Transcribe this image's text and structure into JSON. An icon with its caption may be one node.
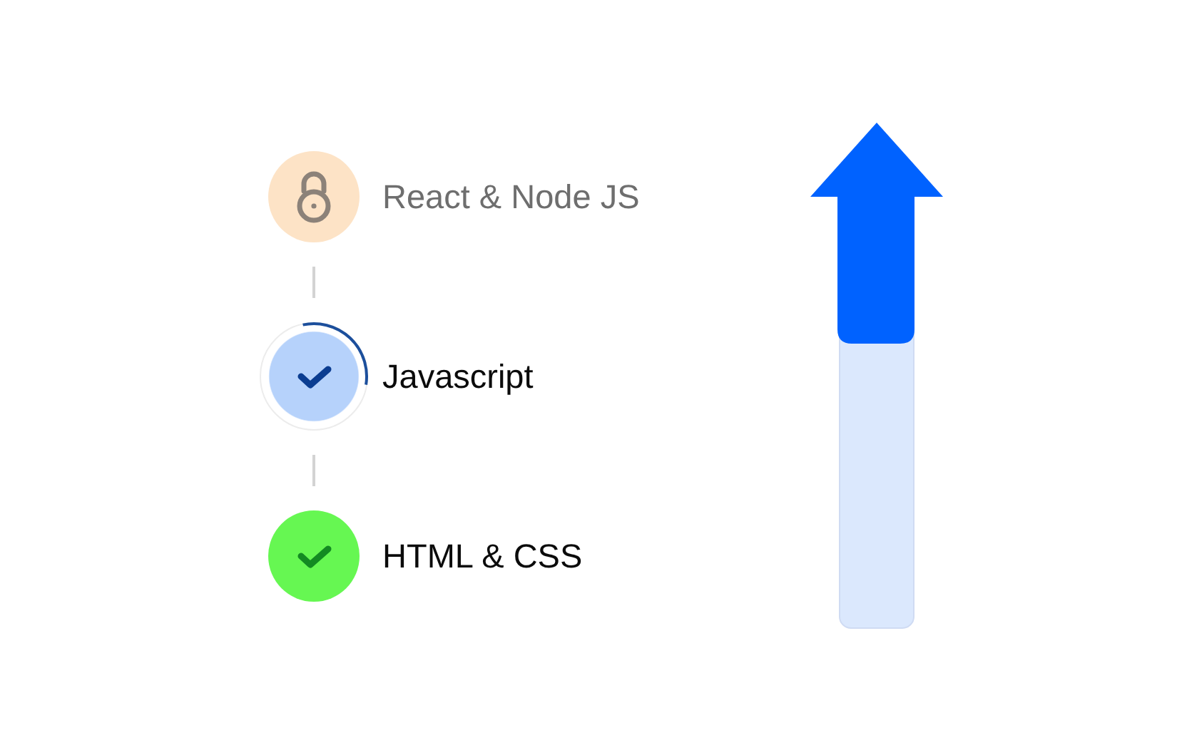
{
  "diagram": {
    "nodes": [
      {
        "text": [],
        "shape": "circle",
        "beside": [
          "React & Node JS"
        ]
      },
      {
        "text": [],
        "shape": "circle",
        "beside": [
          "Javascript"
        ]
      },
      {
        "text": [],
        "shape": "circle",
        "beside": [
          "HTML & CSS"
        ]
      }
    ],
    "edges": [
      {
        "from": 0,
        "to": 1,
        "arrow": "none"
      },
      {
        "from": 1,
        "to": 2,
        "arrow": "none"
      }
    ]
  }
}
